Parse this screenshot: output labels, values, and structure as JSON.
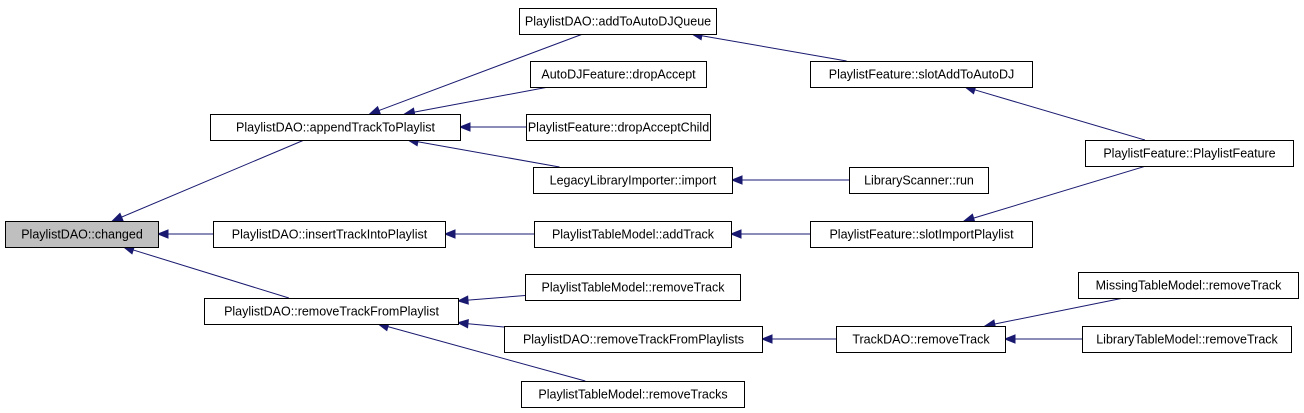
{
  "colors": {
    "edge": "#191970",
    "node_fill": "#ffffff",
    "node_highlight_fill": "#bfbfbf",
    "node_stroke": "#000000"
  },
  "nodes": [
    {
      "id": "changed",
      "label": "PlaylistDAO::changed",
      "highlight": true
    },
    {
      "id": "appendTrack",
      "label": "PlaylistDAO::appendTrackToPlaylist"
    },
    {
      "id": "insertTrack",
      "label": "PlaylistDAO::insertTrackIntoPlaylist"
    },
    {
      "id": "removeFromPlaylist",
      "label": "PlaylistDAO::removeTrackFromPlaylist"
    },
    {
      "id": "addToAutoDJ",
      "label": "PlaylistDAO::addToAutoDJQueue"
    },
    {
      "id": "autoDJDrop",
      "label": "AutoDJFeature::dropAccept"
    },
    {
      "id": "pfDropChild",
      "label": "PlaylistFeature::dropAcceptChild"
    },
    {
      "id": "legacyImport",
      "label": "LegacyLibraryImporter::import"
    },
    {
      "id": "ptmAddTrack",
      "label": "PlaylistTableModel::addTrack"
    },
    {
      "id": "ptmRemoveTrack",
      "label": "PlaylistTableModel::removeTrack"
    },
    {
      "id": "removeFromPlaylists",
      "label": "PlaylistDAO::removeTrackFromPlaylists"
    },
    {
      "id": "ptmRemoveTracks",
      "label": "PlaylistTableModel::removeTracks"
    },
    {
      "id": "pfSlotAddAutoDJ",
      "label": "PlaylistFeature::slotAddToAutoDJ"
    },
    {
      "id": "scannerRun",
      "label": "LibraryScanner::run"
    },
    {
      "id": "pfSlotImport",
      "label": "PlaylistFeature::slotImportPlaylist"
    },
    {
      "id": "trackDaoRemove",
      "label": "TrackDAO::removeTrack"
    },
    {
      "id": "pfCtor",
      "label": "PlaylistFeature::PlaylistFeature"
    },
    {
      "id": "missingRemove",
      "label": "MissingTableModel::removeTrack"
    },
    {
      "id": "libraryRemove",
      "label": "LibraryTableModel::removeTrack"
    }
  ],
  "edges": [
    {
      "from": "appendTrack",
      "to": "changed"
    },
    {
      "from": "insertTrack",
      "to": "changed"
    },
    {
      "from": "removeFromPlaylist",
      "to": "changed"
    },
    {
      "from": "addToAutoDJ",
      "to": "appendTrack"
    },
    {
      "from": "autoDJDrop",
      "to": "appendTrack"
    },
    {
      "from": "pfDropChild",
      "to": "appendTrack"
    },
    {
      "from": "legacyImport",
      "to": "appendTrack"
    },
    {
      "from": "ptmAddTrack",
      "to": "insertTrack"
    },
    {
      "from": "ptmRemoveTrack",
      "to": "removeFromPlaylist"
    },
    {
      "from": "removeFromPlaylists",
      "to": "removeFromPlaylist"
    },
    {
      "from": "ptmRemoveTracks",
      "to": "removeFromPlaylist"
    },
    {
      "from": "pfSlotAddAutoDJ",
      "to": "addToAutoDJ"
    },
    {
      "from": "scannerRun",
      "to": "legacyImport"
    },
    {
      "from": "pfSlotImport",
      "to": "ptmAddTrack"
    },
    {
      "from": "trackDaoRemove",
      "to": "removeFromPlaylists"
    },
    {
      "from": "pfCtor",
      "to": "pfSlotAddAutoDJ"
    },
    {
      "from": "pfCtor",
      "to": "pfSlotImport"
    },
    {
      "from": "missingRemove",
      "to": "trackDaoRemove"
    },
    {
      "from": "libraryRemove",
      "to": "trackDaoRemove"
    }
  ]
}
